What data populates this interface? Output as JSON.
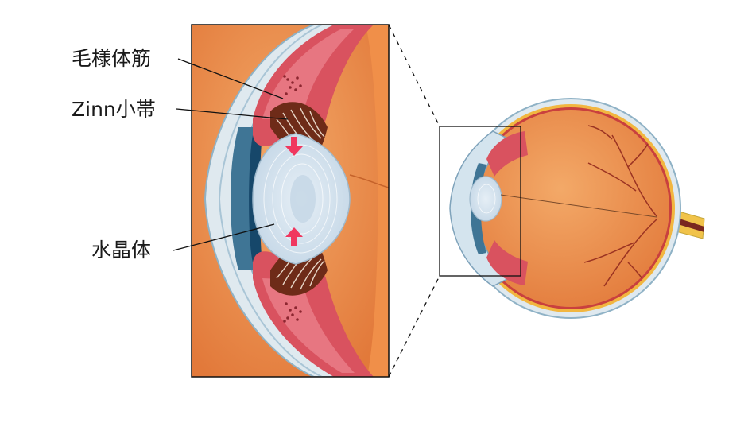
{
  "labels": {
    "ciliary_muscle": "毛様体筋",
    "zinn_zonule": "Zinn小帯",
    "lens": "水晶体"
  },
  "colors": {
    "sclera": "#dfe9ef",
    "sclera_edge": "#8fb2c6",
    "cornea": "#d4e4ee",
    "cornea_edge": "#7fa3bb",
    "aqueous": "#3f7595",
    "iris_dark": "#16476a",
    "ciliary": "#d9525f",
    "ciliary_light": "#ea8089",
    "ciliary_dark": "#8c2630",
    "zonule_bg": "#6e2b18",
    "zonule_fiber": "#e7d6c7",
    "lens": "#d2e2ee",
    "lens_ring": "#ffffff",
    "vitreous": "#e98b3e",
    "vitreous_dark": "#d4712c",
    "retina": "#f2b640",
    "choroid": "#c9403e",
    "vessel": "#9b3322",
    "nerve": "#f1c34a",
    "arrow": "#f0375f",
    "frame": "#111111"
  }
}
